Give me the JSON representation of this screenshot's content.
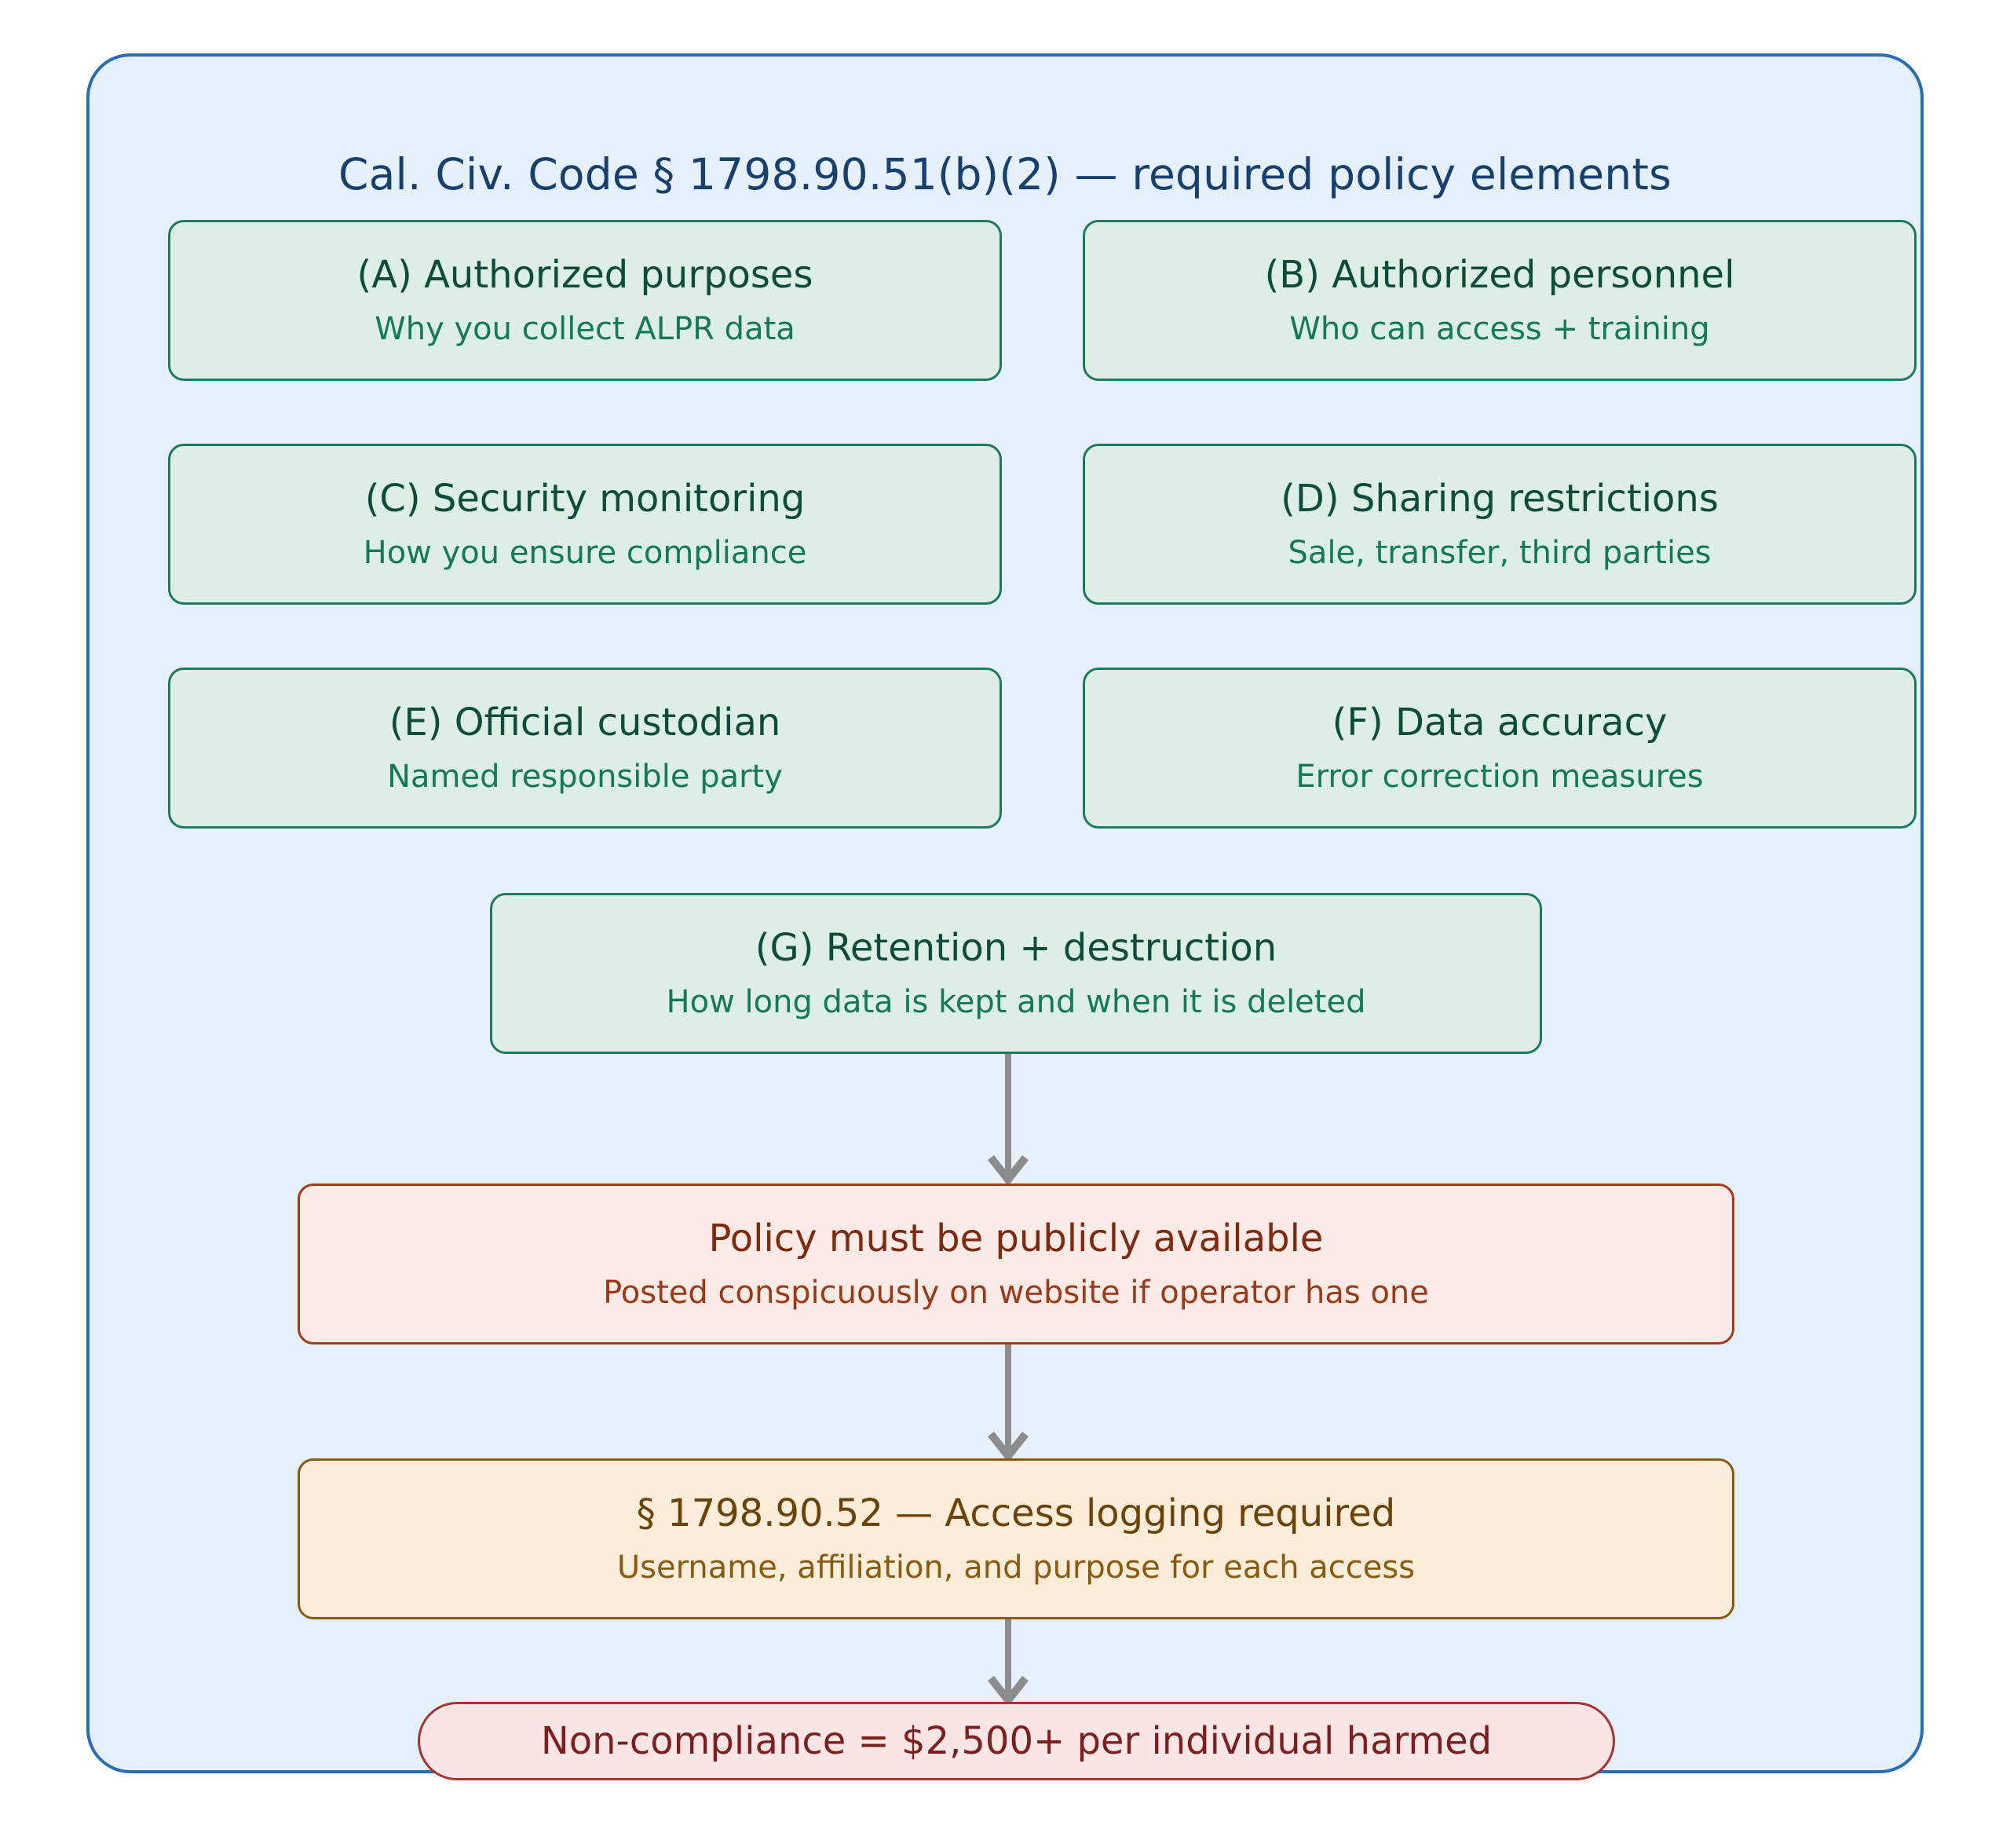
{
  "diagram": {
    "title": "Cal. Civ. Code § 1798.90.51(b)(2) — required policy elements",
    "accent_border": "#2a6db5",
    "background": "#e6f0fb",
    "nodes": {
      "a": {
        "title": "(A) Authorized purposes",
        "sub": "Why you collect ALPR data"
      },
      "b": {
        "title": "(B) Authorized personnel",
        "sub": "Who can access + training"
      },
      "c": {
        "title": "(C) Security monitoring",
        "sub": "How you ensure compliance"
      },
      "d": {
        "title": "(D) Sharing restrictions",
        "sub": "Sale, transfer, third parties"
      },
      "e": {
        "title": "(E) Official custodian",
        "sub": "Named responsible party"
      },
      "f": {
        "title": "(F) Data accuracy",
        "sub": "Error correction measures"
      },
      "g": {
        "title": "(G) Retention + destruction",
        "sub": "How long data is kept and when it is deleted"
      },
      "public": {
        "title": "Policy must be publicly available",
        "sub": "Posted conspicuously on website if operator has one"
      },
      "logging": {
        "title": "§ 1798.90.52 — Access logging required",
        "sub": "Username, affiliation, and purpose for each access"
      },
      "penalty": {
        "title": "Non-compliance = $2,500+ per individual harmed"
      }
    },
    "colors": {
      "green_fill": "#ddeee4",
      "green_border": "#1d7a5f",
      "green_title_text": "#0d4c3b",
      "green_sub_text": "#157a54",
      "red_fill": "#fbeae5",
      "red_border": "#a33a1a",
      "red_title_text": "#7d2a10",
      "orange_fill": "#fbedda",
      "orange_border": "#8a5a10",
      "orange_title_text": "#6b4308",
      "pill_fill": "#fbe6e6",
      "pill_border": "#a83232",
      "pill_text": "#7d1f1f",
      "title_text": "#17406e",
      "arrow": "#8c8c8c"
    },
    "edges": [
      {
        "from": "g",
        "to": "public"
      },
      {
        "from": "public",
        "to": "logging"
      },
      {
        "from": "logging",
        "to": "penalty"
      }
    ]
  }
}
